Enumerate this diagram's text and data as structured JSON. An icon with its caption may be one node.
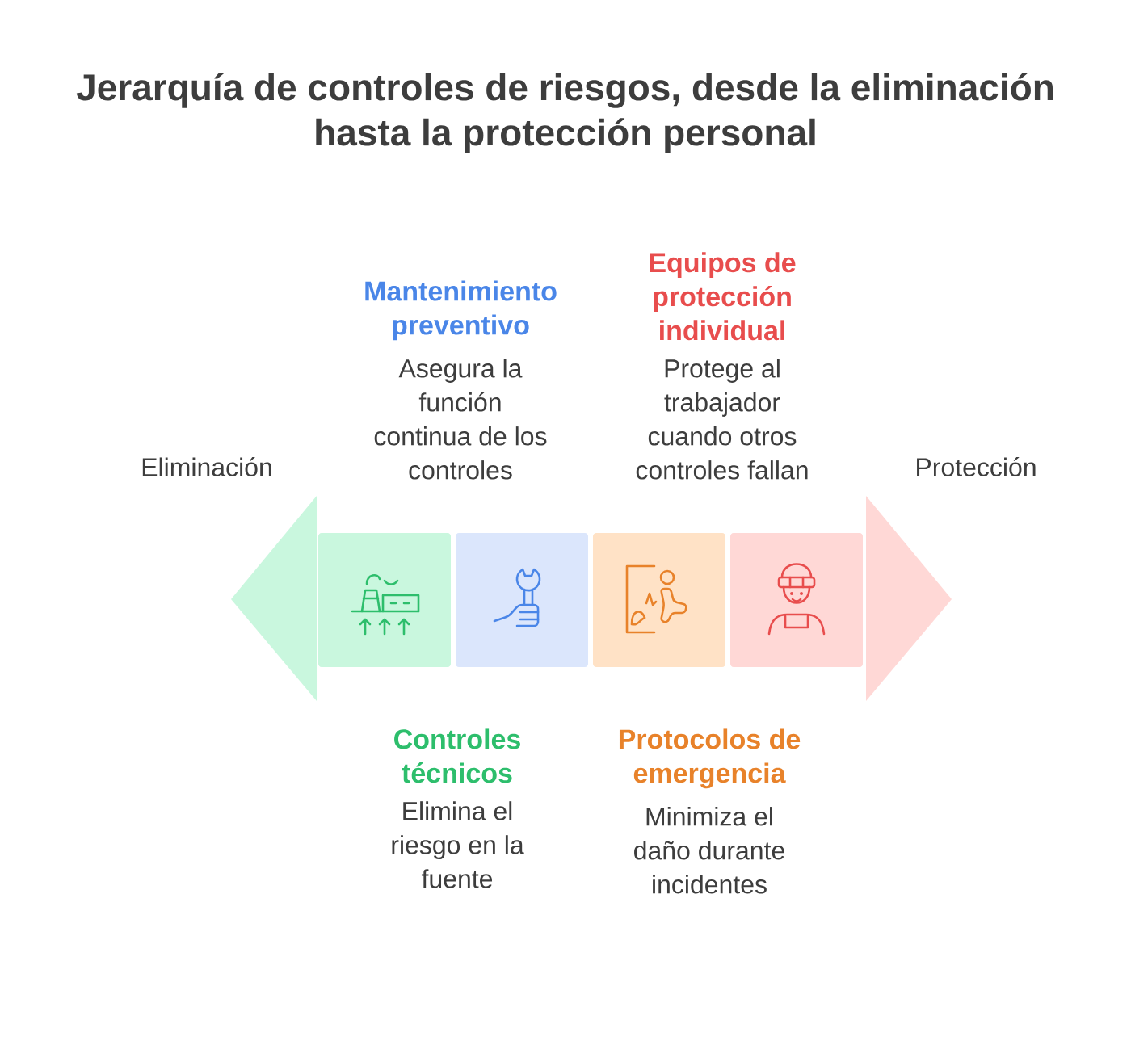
{
  "diagram": {
    "title": "Jerarquía de controles de riesgos, desde la eliminación hasta la protección personal",
    "nodes": [
      {
        "text": [
          "Controles técnicos",
          "Elimina el riesgo en la fuente"
        ]
      },
      {
        "text": [
          "Mantenimiento preventivo",
          "Asegura la función continua de los controles"
        ]
      },
      {
        "text": [
          "Protocolos de emergencia",
          "Minimiza el daño durante incidentes"
        ]
      },
      {
        "text": [
          "Equipos de protección individual",
          "Protege al trabajador cuando otros controles fallan"
        ]
      }
    ],
    "labels": [
      "Eliminación",
      "Protección"
    ]
  }
}
